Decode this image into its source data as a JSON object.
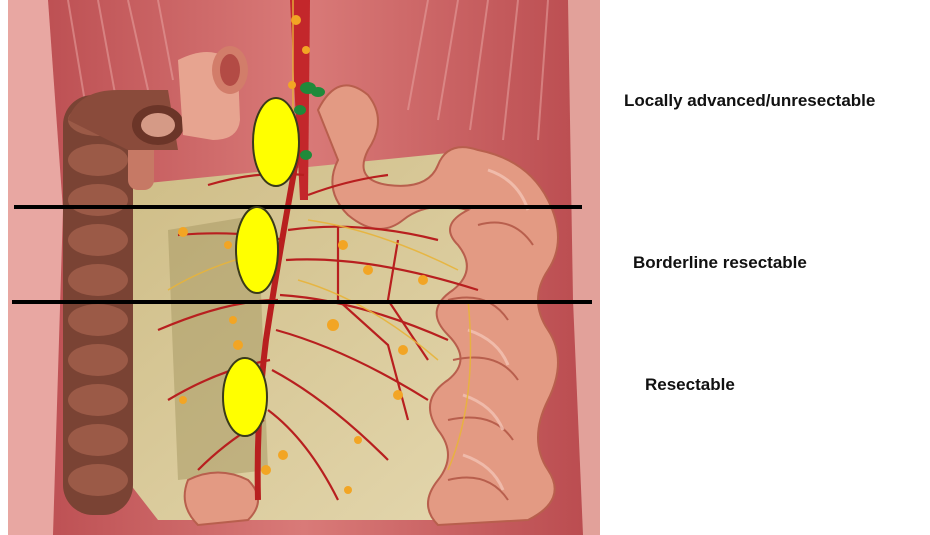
{
  "zones": [
    {
      "label": "Locally advanced/unresectable"
    },
    {
      "label": "Borderline resectable"
    },
    {
      "label": "Resectable"
    }
  ],
  "colors": {
    "marker_fill": "#ffff00",
    "marker_stroke": "#3a3a1a",
    "divider": "#000000",
    "artery": "#b81f1f",
    "aorta": "#c3272b",
    "lymph_node": "#f2a524",
    "colon": "#7a4334",
    "small_bowel": "#e39a83",
    "mesentery": "#d8c89b",
    "muscle": "#c95b5b"
  },
  "icons": [
    "tumor-marker",
    "lymph-node"
  ]
}
